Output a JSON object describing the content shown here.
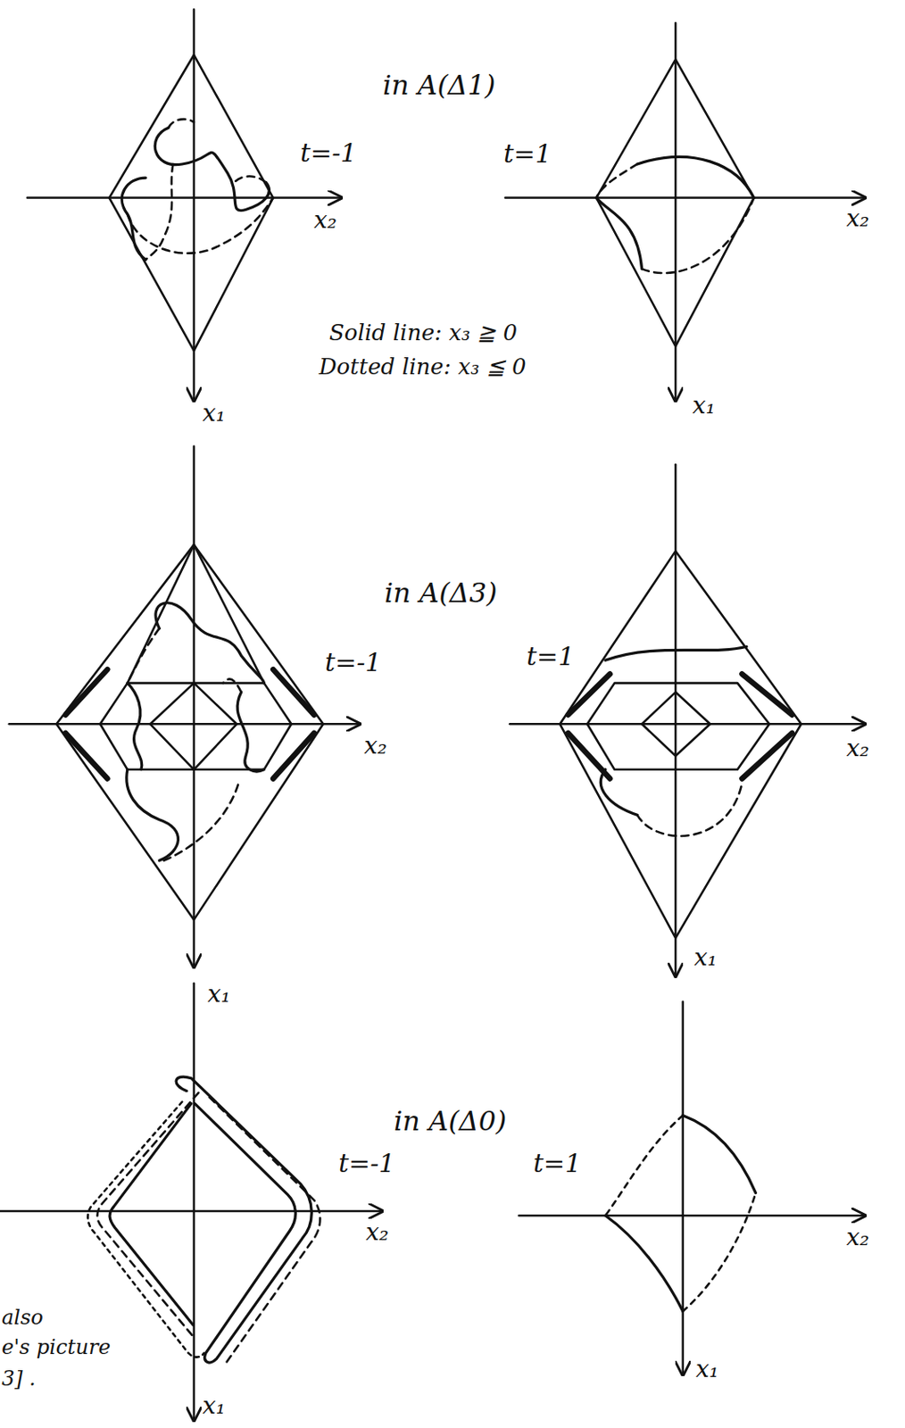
{
  "diagram": {
    "labels": [
      "in A(Δ1)",
      "t=-1",
      "t=1",
      "x₂",
      "x₁",
      "x₂",
      "x₁",
      "Solid line: x₃ ≧ 0",
      "Dotted line: x₃ ≦ 0",
      "in A(Δ3)",
      "t=-1",
      "t=1",
      "x₂",
      "x₁",
      "x₂",
      "x₁",
      "in A(Δ0)",
      "t=-1",
      "t=1",
      "x₂",
      "x₁",
      "x₂",
      "x₁",
      "also",
      "e's picture",
      "3] ."
    ]
  }
}
